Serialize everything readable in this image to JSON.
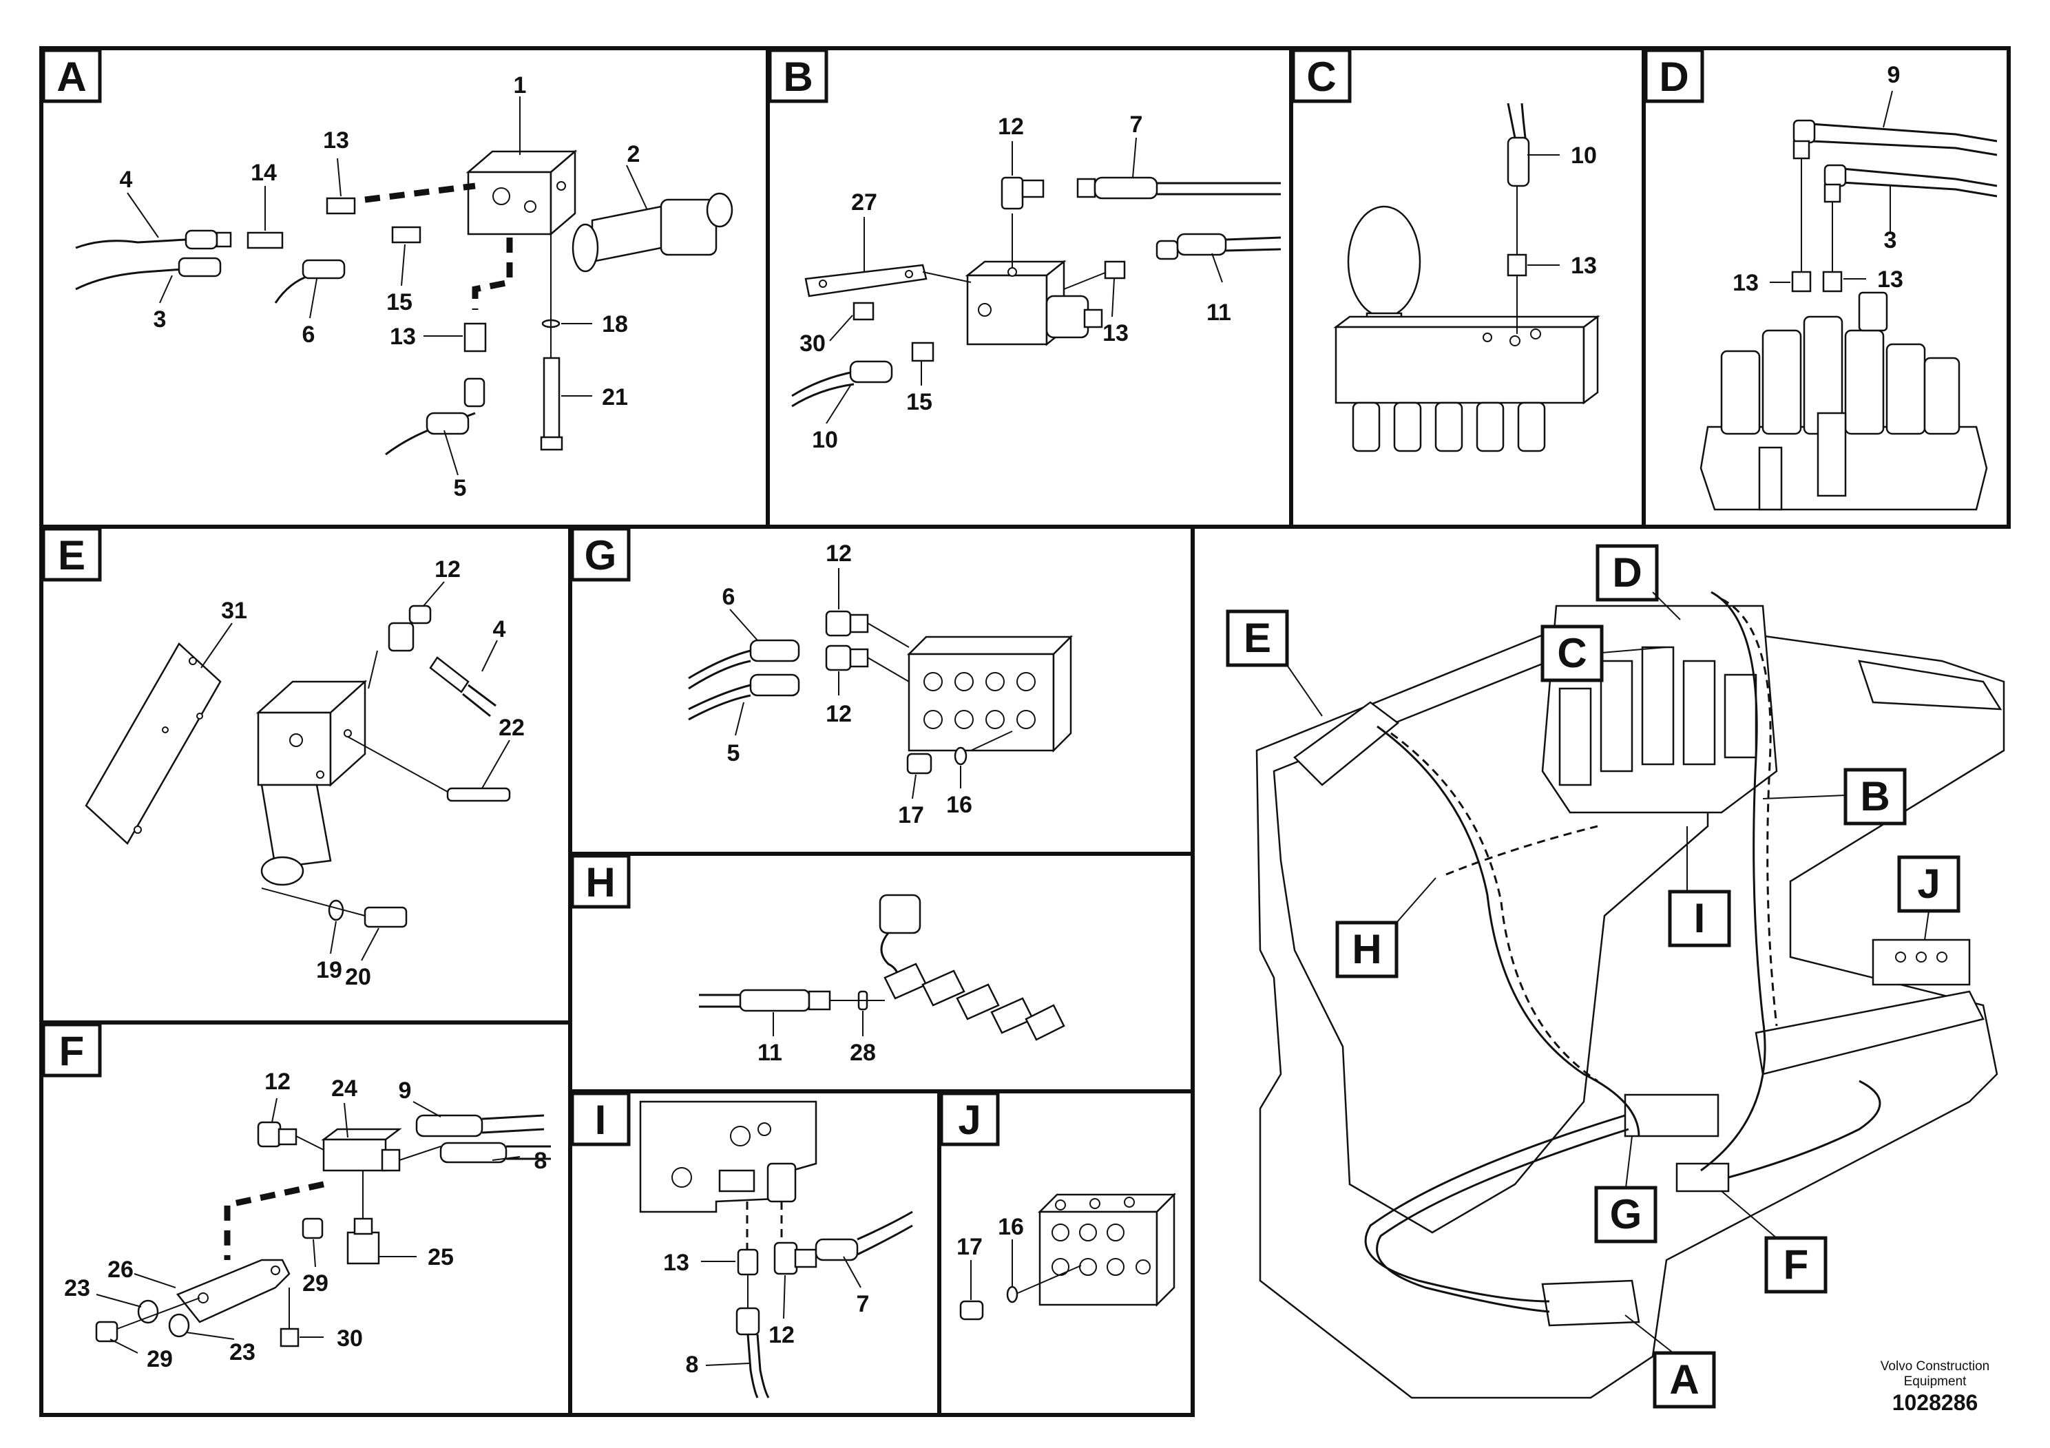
{
  "panels": {
    "A": {
      "letter": "A",
      "parts": [
        "1",
        "2",
        "13",
        "14",
        "4",
        "3",
        "6",
        "15",
        "13",
        "18",
        "21",
        "5"
      ]
    },
    "B": {
      "letter": "B",
      "parts": [
        "12",
        "7",
        "27",
        "30",
        "10",
        "15",
        "13",
        "11"
      ]
    },
    "C": {
      "letter": "C",
      "parts": [
        "10",
        "13"
      ]
    },
    "D": {
      "letter": "D",
      "parts": [
        "9",
        "3",
        "13",
        "13"
      ]
    },
    "E": {
      "letter": "E",
      "parts": [
        "12",
        "31",
        "4",
        "22",
        "19",
        "20"
      ]
    },
    "F": {
      "letter": "F",
      "parts": [
        "12",
        "24",
        "9",
        "8",
        "25",
        "26",
        "23",
        "29",
        "30",
        "29",
        "23"
      ]
    },
    "G": {
      "letter": "G",
      "parts": [
        "12",
        "6",
        "12",
        "5",
        "17",
        "16"
      ]
    },
    "H": {
      "letter": "H",
      "parts": [
        "11",
        "28"
      ]
    },
    "I": {
      "letter": "I",
      "parts": [
        "13",
        "7",
        "12",
        "8"
      ]
    },
    "J": {
      "letter": "J",
      "parts": [
        "16",
        "17"
      ]
    }
  },
  "overview_callouts": [
    "D",
    "C",
    "E",
    "B",
    "J",
    "H",
    "I",
    "G",
    "F",
    "A"
  ],
  "footer": {
    "brand_line1": "Volvo Construction",
    "brand_line2": "Equipment",
    "drawing_number": "1028286"
  }
}
